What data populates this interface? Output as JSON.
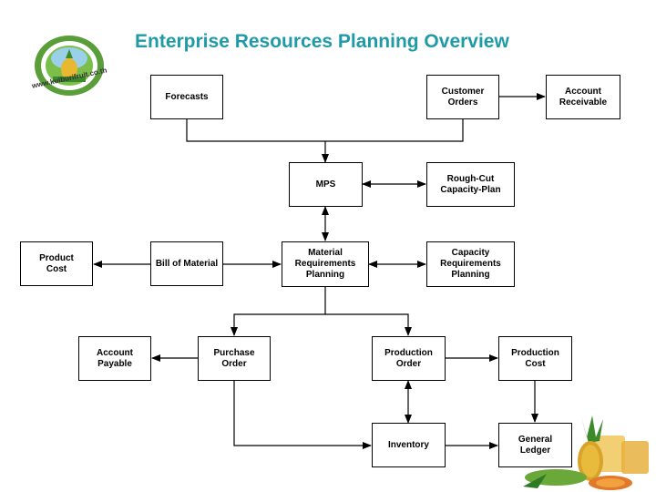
{
  "title": "Enterprise Resources Planning Overview",
  "logo": {
    "url_text": "www.kuiburifruit.co.th"
  },
  "nodes": {
    "forecasts": [
      "Forecasts"
    ],
    "customer_orders": [
      "Customer",
      "Orders"
    ],
    "account_receivable": [
      "Account",
      "Receivable"
    ],
    "mps": [
      "MPS"
    ],
    "rough_cut": [
      "Rough-Cut",
      "Capacity-Plan"
    ],
    "product_cost": [
      "Product",
      "Cost"
    ],
    "bill_of_material": [
      "Bill of Material"
    ],
    "mrp": [
      "Material",
      "Requirements",
      "Planning"
    ],
    "capacity_req": [
      "Capacity",
      "Requirements",
      "Planning"
    ],
    "account_payable": [
      "Account",
      "Payable"
    ],
    "purchase_order": [
      "Purchase",
      "Order"
    ],
    "production_order": [
      "Production",
      "Order"
    ],
    "production_cost": [
      "Production",
      "Cost"
    ],
    "inventory": [
      "Inventory"
    ],
    "general_ledger": [
      "General",
      "Ledger"
    ]
  },
  "colors": {
    "title": "#1f9aa6",
    "line": "#000000"
  }
}
